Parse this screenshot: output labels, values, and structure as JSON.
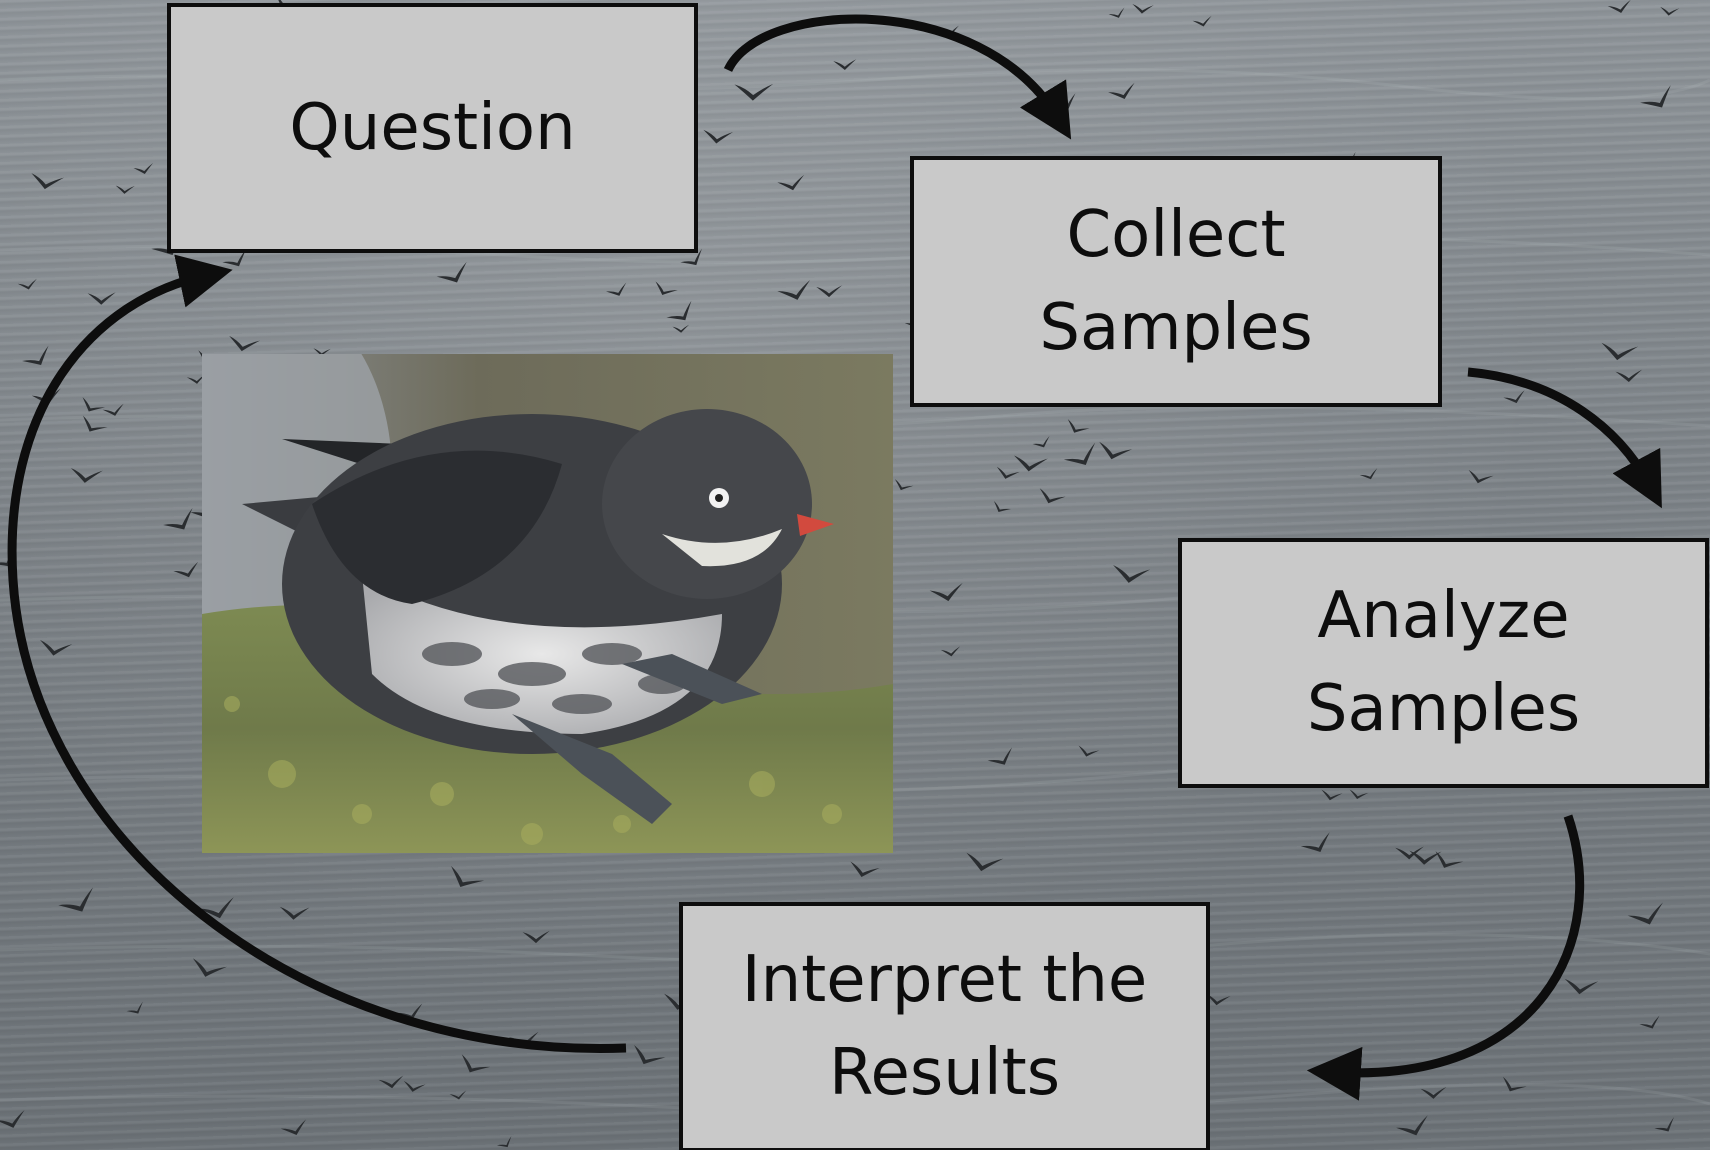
{
  "diagram": {
    "steps": [
      {
        "id": "question",
        "label": "Question"
      },
      {
        "id": "collect",
        "label": "Collect\nSamples"
      },
      {
        "id": "analyze",
        "label": "Analyze\nSamples"
      },
      {
        "id": "interpret",
        "label": "Interpret the\nResults"
      }
    ],
    "flow": [
      "question",
      "collect",
      "analyze",
      "interpret",
      "question"
    ]
  },
  "colors": {
    "box_fill": "#c9c9c9",
    "box_border": "#0d0d0d",
    "arrow": "#0d0d0d",
    "background": "#7c8287"
  }
}
